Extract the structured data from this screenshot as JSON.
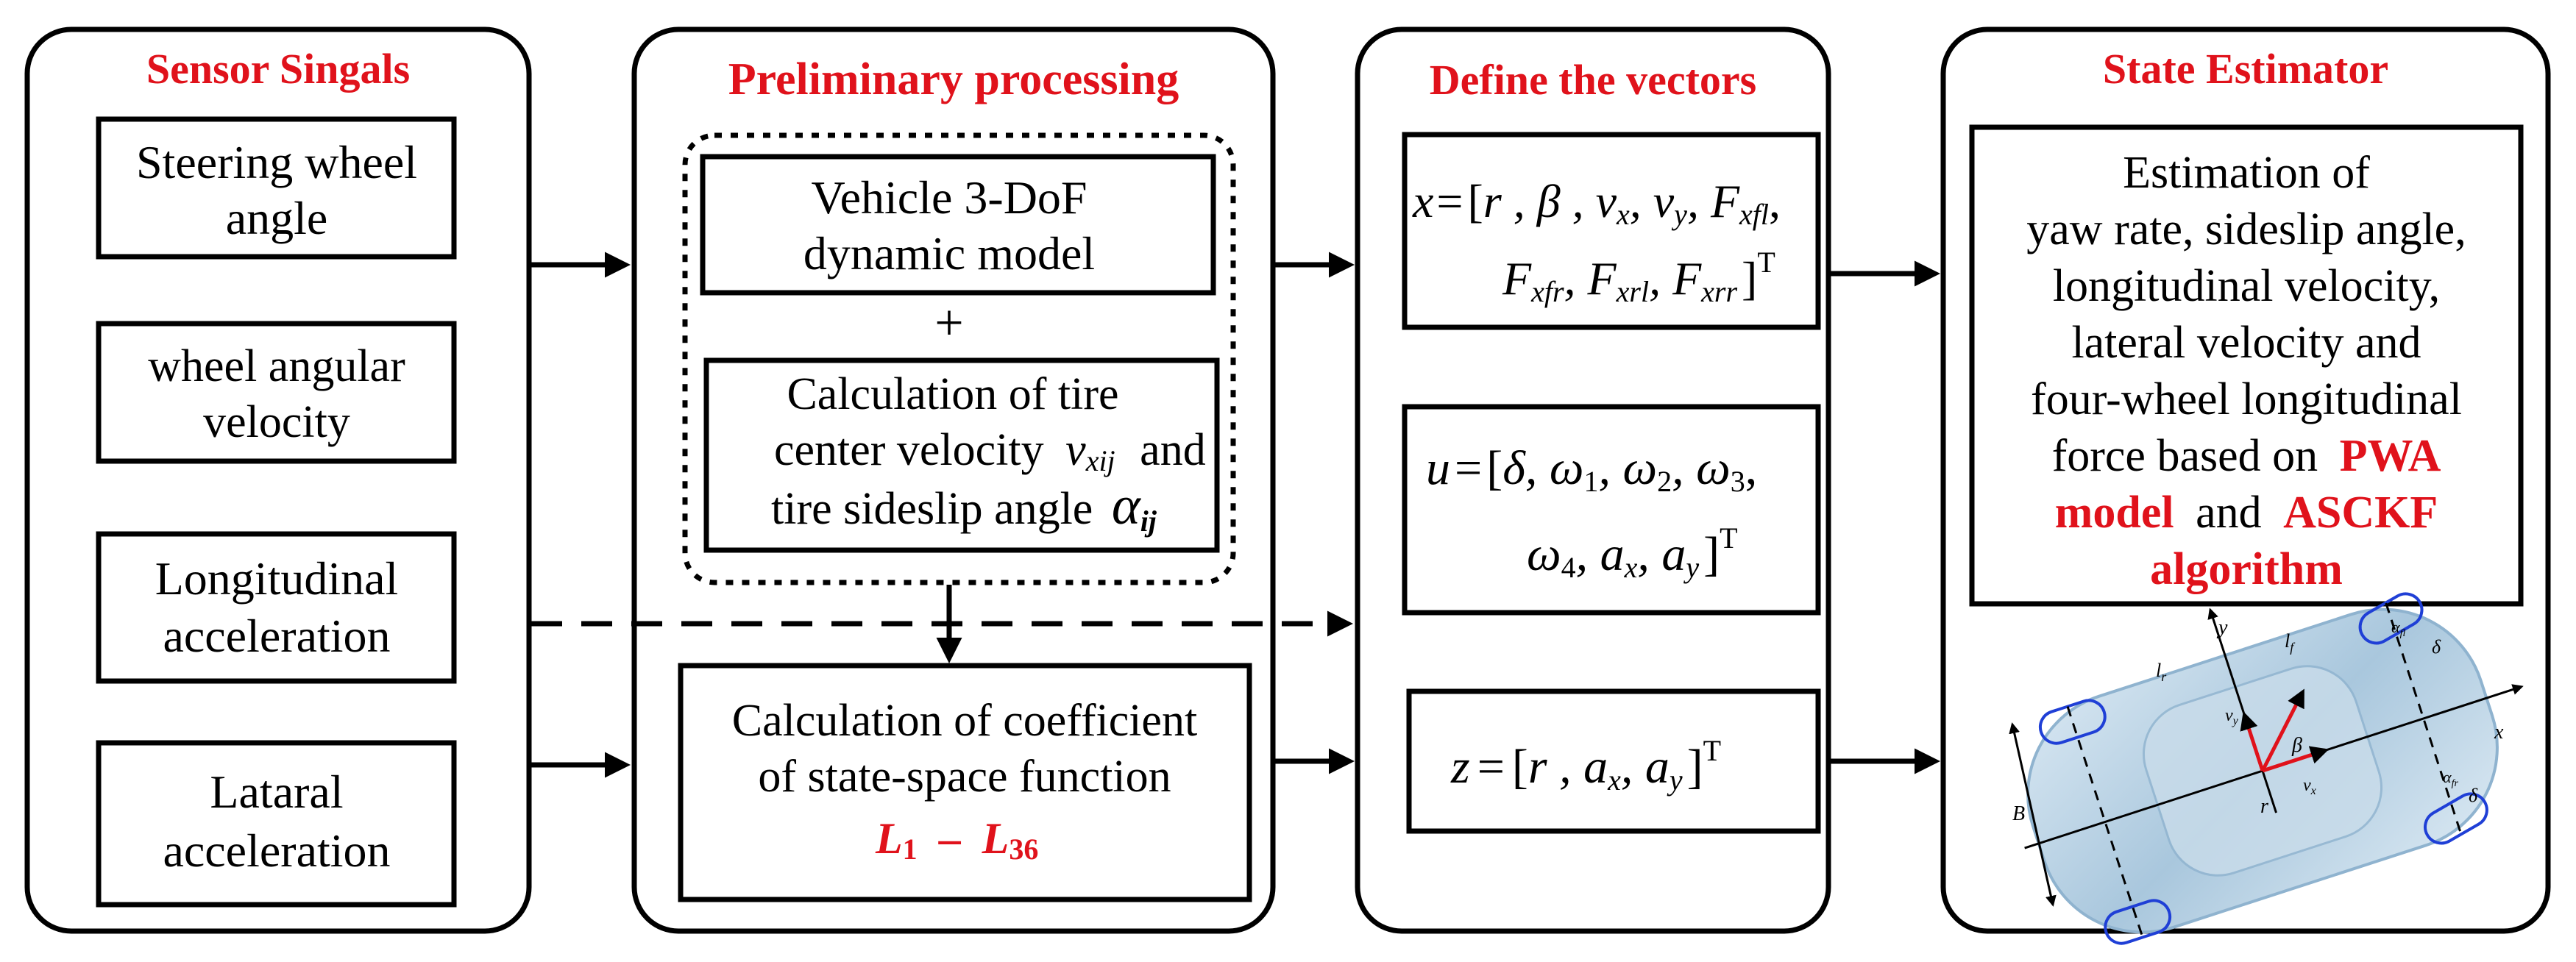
{
  "panels": {
    "sensor": {
      "title": "Sensor Singals"
    },
    "pre": {
      "title": "Preliminary processing"
    },
    "define": {
      "title": "Define the vectors"
    },
    "state": {
      "title": "State Estimator"
    }
  },
  "sensor_boxes": [
    {
      "line1": "Steering wheel",
      "line2": "angle"
    },
    {
      "line1": "wheel angular",
      "line2": "velocity"
    },
    {
      "line1": "Longitudinal",
      "line2": "acceleration"
    },
    {
      "line1": "Lataral",
      "line2": "acceleration"
    }
  ],
  "pre": {
    "model_line1": "Vehicle 3-DoF",
    "model_line2": "dynamic model",
    "plus": "+",
    "calc_line1": "Calculation of tire",
    "calc_line2a": "center velocity",
    "calc_line2_sym": "v",
    "calc_line2_sub": "xij",
    "calc_line2b": "and",
    "calc_line3a": "tire sideslip angle",
    "calc_line3_sym": "α",
    "calc_line3_sub": "ij",
    "coef_line1": "Calculation of coefficient",
    "coef_line2": "of state-space function",
    "coef_L": "L",
    "coef_L1_sub": "1",
    "coef_dash": "–",
    "coef_L36_sub": "36"
  },
  "vectors": {
    "x": {
      "lhs": "x",
      "eq": "=",
      "open": "[",
      "line1_rest": "r , β , v",
      "vx_sub": "x",
      "vy": ", v",
      "vy_sub": "y",
      "F1": ", F",
      "F1_sub": "xfl",
      "tail1": ",",
      "F2": "F",
      "F2_sub": "xfr",
      "F3": ", F",
      "F3_sub": "xrl",
      "F4": ", F",
      "F4_sub": "xrr",
      "close": "]",
      "sup": "T"
    },
    "u": {
      "lhs": "u",
      "eq": "=",
      "open": "[",
      "delta": "δ",
      "w1": ", ω",
      "w1_sub": "1",
      "w2": ", ω",
      "w2_sub": "2",
      "w3": ", ω",
      "w3_sub": "3",
      "tail1": ",",
      "w4": "ω",
      "w4_sub": "4",
      "ax": ", a",
      "ax_sub": "x",
      "ay": ", a",
      "ay_sub": "y",
      "close": "]",
      "sup": "T"
    },
    "z": {
      "lhs": "z",
      "eq": "=",
      "open": "[",
      "r": "r , a",
      "ax_sub": "x",
      "ay": ", a",
      "ay_sub": "y",
      "close": "]",
      "sup": "T"
    }
  },
  "estimator": {
    "line1": "Estimation of",
    "line2": "yaw rate, sideslip angle,",
    "line3": "longitudinal velocity,",
    "line4": "lateral velocity and",
    "line5": "four-wheel longitudinal",
    "line6a": "force based on",
    "line6b": "PWA",
    "line7a": "model",
    "line7b": "and",
    "line7c": "ASCKF",
    "line8": "algorithm"
  },
  "vehicle_labels": {
    "y": "y",
    "x": "x",
    "lr": "l",
    "lr_sub": "r",
    "lf": "l",
    "lf_sub": "f",
    "B": "B",
    "beta": "β",
    "r": "r",
    "vx": "v",
    "vx_sub": "x",
    "vy": "v",
    "vy_sub": "y",
    "delta1": "δ",
    "delta2": "δ",
    "alpha_fl": "α",
    "alpha_fl_sub": "fl",
    "alpha_fr": "α",
    "alpha_fr_sub": "fr"
  },
  "colors": {
    "accent": "#e0121b",
    "line": "#000000",
    "car_body": "#b9d3e6"
  }
}
